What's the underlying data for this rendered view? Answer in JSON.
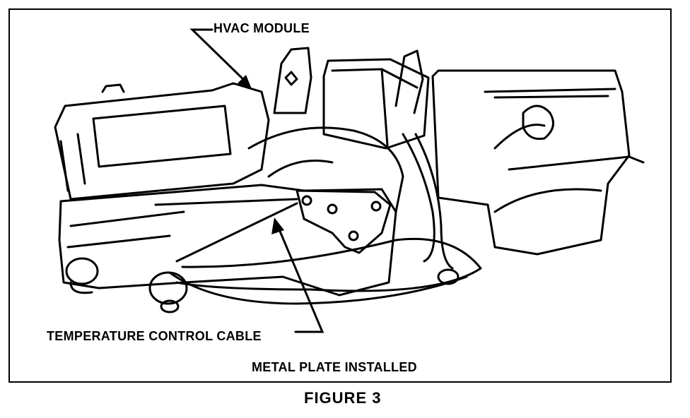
{
  "figure": {
    "caption": "FIGURE 3",
    "labels": {
      "hvac_module": "HVAC MODULE",
      "temperature_control_cable": "TEMPERATURE CONTROL CABLE",
      "metal_plate": "METAL PLATE INSTALLED"
    }
  }
}
